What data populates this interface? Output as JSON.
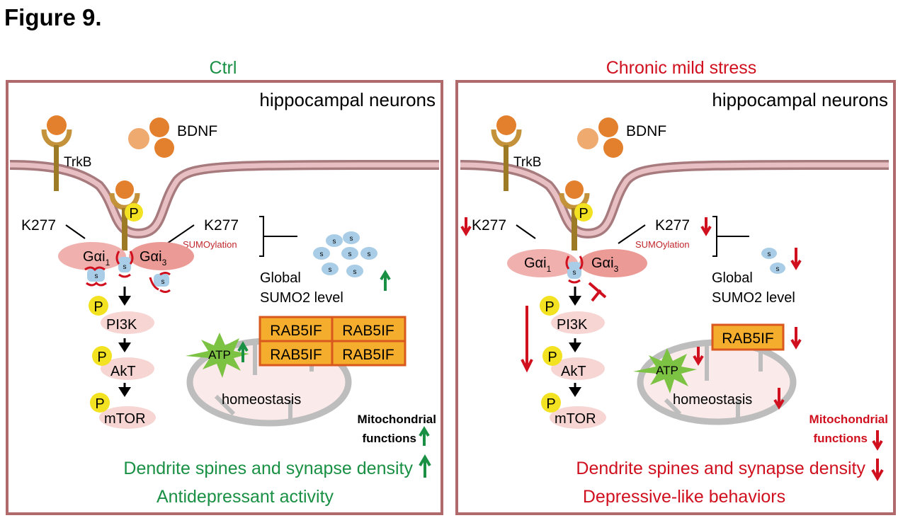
{
  "figure": {
    "title": "Figure 9."
  },
  "colors": {
    "ctrl_green": "#1a9044",
    "stress_red": "#d0101e",
    "frame": "#b06a6c",
    "membrane": "#d9a9ad",
    "trkb": "#a07a2a",
    "bdnf": "#e3802e",
    "phospho": "#f3e221",
    "gai": "#f0a9a5",
    "sumo": "#a9cde6",
    "rab5if": "#f4ad2c",
    "rab5if_border": "#d9581e",
    "atp": "#7cc243"
  },
  "panels": [
    {
      "id": "ctrl",
      "heading": "Ctrl",
      "cell_label": "hippocampal neurons",
      "ligand_label": "BDNF",
      "receptor_label": "TrkB",
      "phospho_label": "P",
      "site_left": "K277",
      "site_right": "K277",
      "sumoylation_label": "SUMOylation",
      "gai1": {
        "main": "Gαi",
        "sub": "1"
      },
      "gai3": {
        "main": "Gαi",
        "sub": "3"
      },
      "sumo_glyph": "s",
      "global_sumo": [
        "Global",
        "SUMO2 level"
      ],
      "global_sumo_trend": "up",
      "pathway": [
        "PI3K",
        "AkT",
        "mTOR"
      ],
      "rab5if": [
        "RAB5IF",
        "RAB5IF",
        "RAB5IF",
        "RAB5IF"
      ],
      "atp_label": "ATP",
      "homeostasis_label": "homeostasis",
      "mito_label": [
        "Mitochondrial",
        "functions"
      ],
      "mito_trend": "up",
      "outcomes": [
        "Dendrite spines and synapse density",
        "Antidepressant activity"
      ],
      "outcome_trend": "up"
    },
    {
      "id": "stress",
      "heading": "Chronic mild stress",
      "cell_label": "hippocampal neurons",
      "ligand_label": "BDNF",
      "receptor_label": "TrkB",
      "phospho_label": "P",
      "site_left": "K277",
      "site_right": "K277",
      "sumoylation_label": "SUMOylation",
      "gai1": {
        "main": "Gαi",
        "sub": "1"
      },
      "gai3": {
        "main": "Gαi",
        "sub": "3"
      },
      "sumo_glyph": "s",
      "global_sumo": [
        "Global",
        "SUMO2 level"
      ],
      "global_sumo_trend": "down",
      "pathway": [
        "PI3K",
        "AkT",
        "mTOR"
      ],
      "rab5if": [
        "RAB5IF"
      ],
      "atp_label": "ATP",
      "homeostasis_label": "homeostasis",
      "mito_label": [
        "Mitochondrial",
        "functions"
      ],
      "mito_trend": "down",
      "outcomes": [
        "Dendrite spines and synapse density",
        "Depressive-like behaviors"
      ],
      "outcome_trend": "down"
    }
  ]
}
